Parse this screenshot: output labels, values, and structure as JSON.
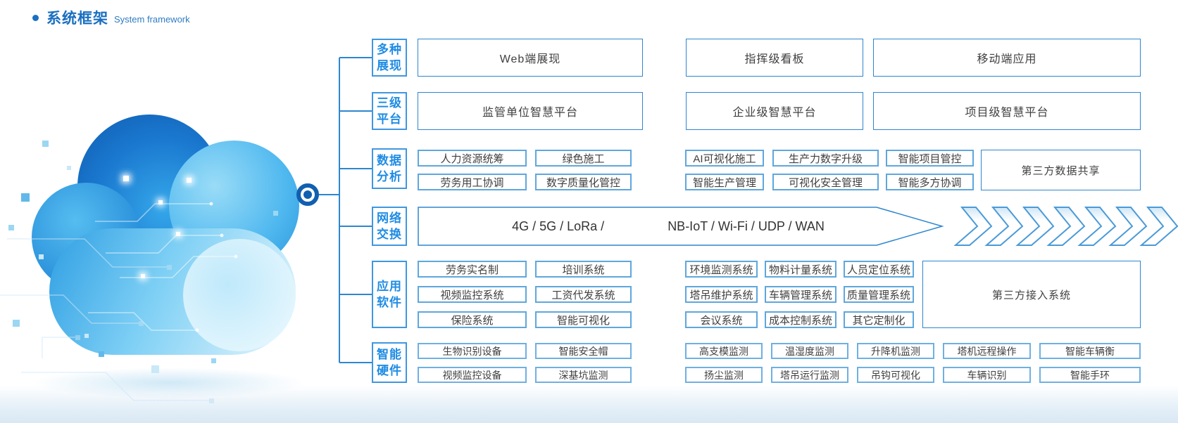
{
  "title": {
    "zh": "系统框架",
    "en": "System framework"
  },
  "colors": {
    "title_blue": "#1a6fc0",
    "label_blue": "#1f8ce4",
    "line_blue": "#2e86cf",
    "box_border_blue": "#5ea7dd",
    "box_text": "#404040",
    "cloud_dark": "#1565c0",
    "cloud_light": "#bfe9fb"
  },
  "rows": [
    {
      "id": "display",
      "label": [
        "多种",
        "展现"
      ],
      "boxes": [
        "Web端展现",
        "指挥级看板",
        "移动端应用"
      ]
    },
    {
      "id": "platform",
      "label": [
        "三级",
        "平台"
      ],
      "boxes": [
        "监管单位智慧平台",
        "企业级智慧平台",
        "项目级智慧平台"
      ]
    },
    {
      "id": "data-analysis",
      "label": [
        "数据",
        "分析"
      ],
      "lines": [
        [
          "人力资源统筹",
          "绿色施工",
          "AI可视化施工",
          "生产力数字升级",
          "智能项目管控"
        ],
        [
          "劳务用工协调",
          "数字质量化管控",
          "智能生产管理",
          "可视化安全管理",
          "智能多方协调"
        ]
      ],
      "tall": "第三方数据共享"
    },
    {
      "id": "network",
      "label": [
        "网络",
        "交换"
      ],
      "text_left": "4G / 5G / LoRa /",
      "text_right": "NB-IoT / Wi-Fi / UDP / WAN"
    },
    {
      "id": "software",
      "label": [
        "应用",
        "软件"
      ],
      "lines": [
        [
          "劳务实名制",
          "培训系统",
          "环境监测系统",
          "物料计量系统",
          "人员定位系统"
        ],
        [
          "视频监控系统",
          "工资代发系统",
          "塔吊维护系统",
          "车辆管理系统",
          "质量管理系统"
        ],
        [
          "保险系统",
          "智能可视化",
          "会议系统",
          "成本控制系统",
          "其它定制化"
        ]
      ],
      "tall": "第三方接入系统"
    },
    {
      "id": "hardware",
      "label": [
        "智能",
        "硬件"
      ],
      "lines": [
        [
          "生物识别设备",
          "智能安全帽",
          "高支模监测",
          "温湿度监测",
          "升降机监测",
          "塔机远程操作",
          "智能车辆衡"
        ],
        [
          "视频监控设备",
          "深基坑监测",
          "扬尘监测",
          "塔吊运行监测",
          "吊钩可视化",
          "车辆识别",
          "智能手环"
        ]
      ]
    }
  ]
}
